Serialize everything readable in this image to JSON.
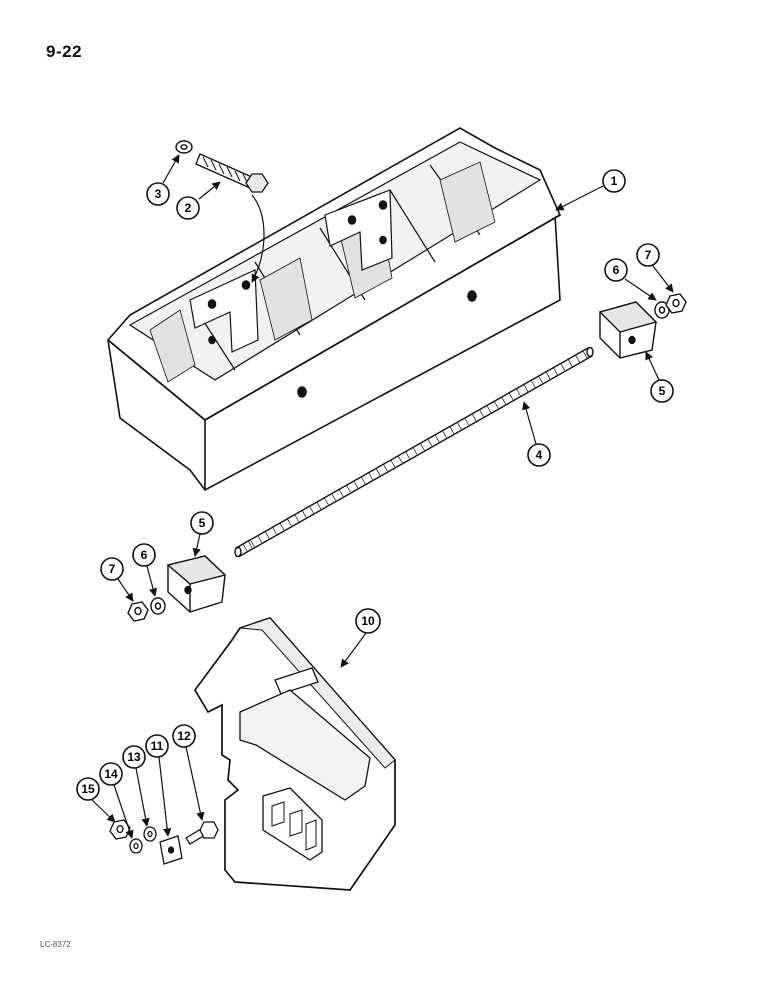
{
  "page": {
    "number": "9-22",
    "ref_code": "LC-8372"
  },
  "colors": {
    "ink": "#111111",
    "paper": "#ffffff",
    "shade": "#d8d8d8"
  },
  "callouts": [
    {
      "id": "c1",
      "label": "1"
    },
    {
      "id": "c2",
      "label": "2"
    },
    {
      "id": "c3",
      "label": "3"
    },
    {
      "id": "c4",
      "label": "4"
    },
    {
      "id": "c5a",
      "label": "5"
    },
    {
      "id": "c5b",
      "label": "5"
    },
    {
      "id": "c6a",
      "label": "6"
    },
    {
      "id": "c6b",
      "label": "6"
    },
    {
      "id": "c7a",
      "label": "7"
    },
    {
      "id": "c7b",
      "label": "7"
    },
    {
      "id": "c10",
      "label": "10"
    },
    {
      "id": "c11",
      "label": "11"
    },
    {
      "id": "c12",
      "label": "12"
    },
    {
      "id": "c13",
      "label": "13"
    },
    {
      "id": "c14",
      "label": "14"
    },
    {
      "id": "c15",
      "label": "15"
    }
  ]
}
